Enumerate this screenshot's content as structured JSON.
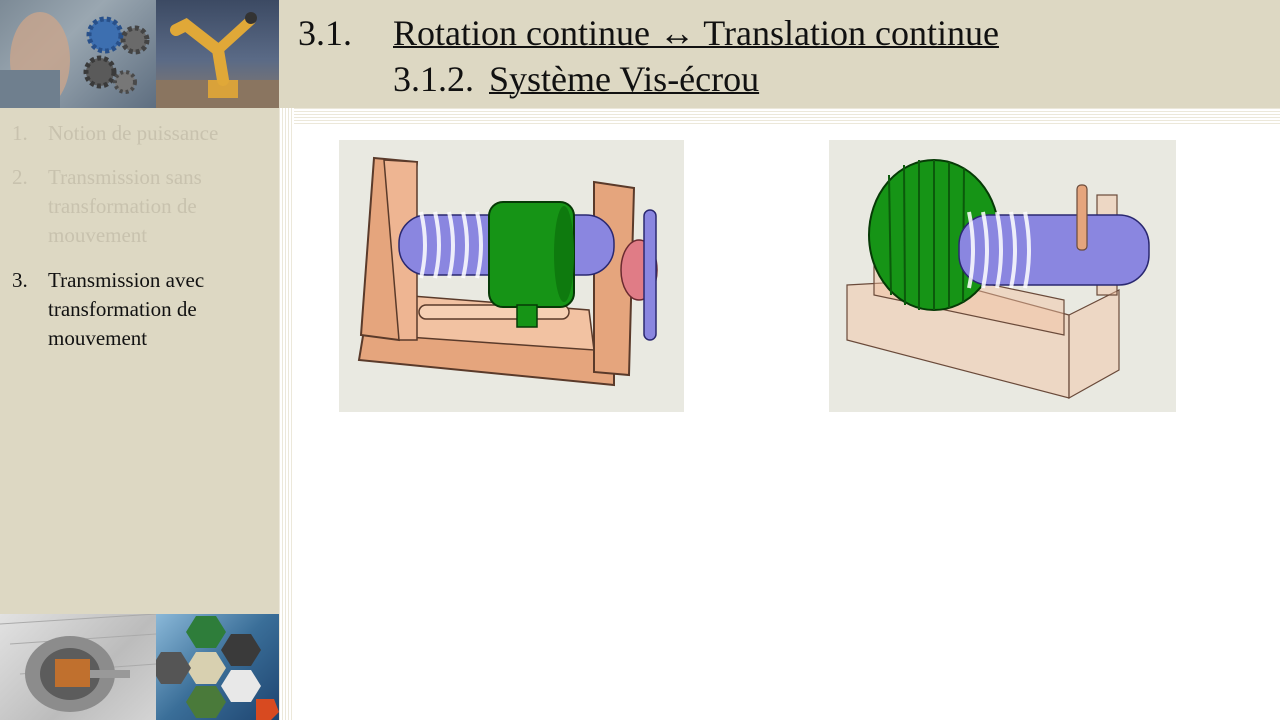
{
  "header": {
    "section_number": "3.1.",
    "section_title": "Rotation continue ↔ Translation continue",
    "subsection_number": "3.1.2.",
    "subsection_title": "Système Vis-écrou"
  },
  "sidebar": {
    "items": [
      {
        "number": "1.",
        "label": "Notion de puissance",
        "state": "dimmed"
      },
      {
        "number": "2.",
        "label": "Transmission sans transformation de mouvement",
        "state": "dimmed"
      },
      {
        "number": "3.",
        "label": "Transmission avec transformation de mouvement",
        "state": "active"
      }
    ]
  },
  "colors": {
    "panel_beige": "#ddd8c3",
    "dimmed_text": "#c8c2ae",
    "active_text": "#111111",
    "frame_wood": "#e5a57d",
    "nut_green": "#169416",
    "screw_blue": "#8a86e0",
    "handle_pink": "#e07c86"
  },
  "figures": [
    {
      "name": "vis-ecrou-frame-illustration",
      "icon": "screw-nut-frame-3d"
    },
    {
      "name": "vis-ecrou-knob-illustration",
      "icon": "screw-nut-knob-3d"
    }
  ]
}
